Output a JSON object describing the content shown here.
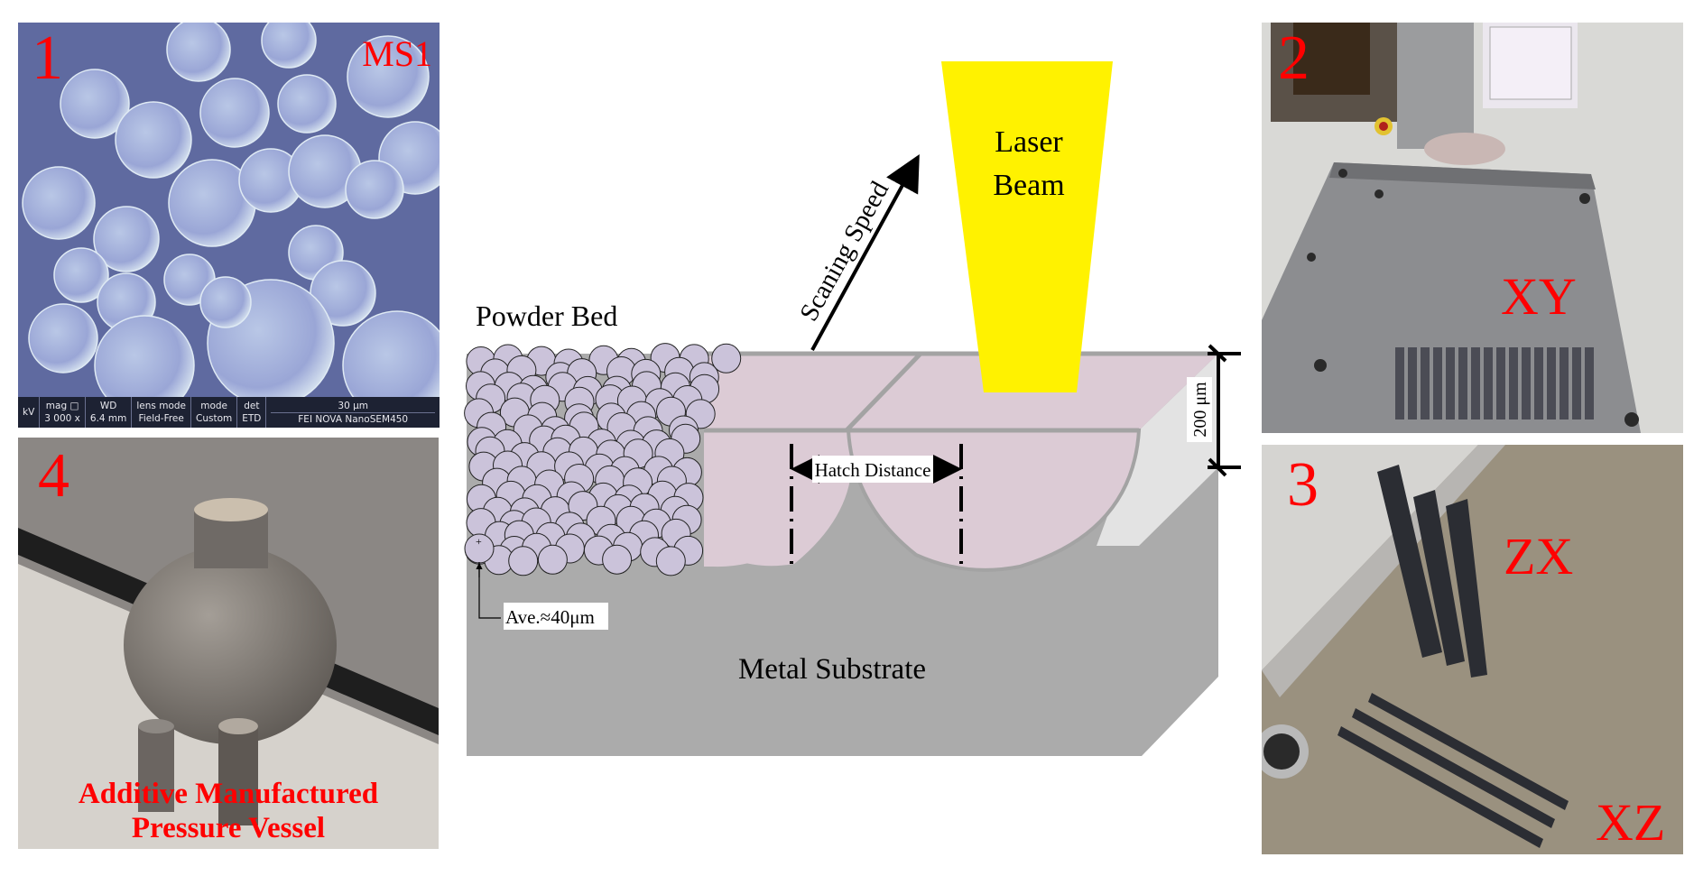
{
  "panels": {
    "p1": {
      "number": "1",
      "tag": "MS1",
      "sem_bar": {
        "cells": [
          {
            "label": "",
            "value": "kV"
          },
          {
            "label": "mag □",
            "value": "3 000 x"
          },
          {
            "label": "WD",
            "value": "6.4 mm"
          },
          {
            "label": "lens mode",
            "value": "Field-Free"
          },
          {
            "label": "mode",
            "value": "Custom"
          },
          {
            "label": "det",
            "value": "ETD"
          }
        ],
        "scale": "30 μm",
        "instrument": "FEI NOVA NanoSEM450"
      }
    },
    "p2": {
      "number": "2",
      "tag": "XY"
    },
    "p3": {
      "number": "3",
      "tag_top": "ZX",
      "tag_bottom": "XZ"
    },
    "p4": {
      "number": "4",
      "caption_line1": "Additive Manufactured",
      "caption_line2": "Pressure Vessel"
    }
  },
  "diagram": {
    "laser_label_line1": "Laser",
    "laser_label_line2": "Beam",
    "scan_label": "Scaning Speed",
    "powder_label": "Powder Bed",
    "powder_size_label": "Ave.≈40μm",
    "hatch_label": "Hatch Distance",
    "layer_label": "200 μm",
    "substrate_label": "Metal Substrate"
  },
  "colors": {
    "label_red": "#ff0000",
    "laser_yellow": "#fff200",
    "powder": "#cbc3da",
    "melt_pool": "#dccbd5",
    "substrate": "#ababab",
    "side_face": "#e3e3e3"
  }
}
